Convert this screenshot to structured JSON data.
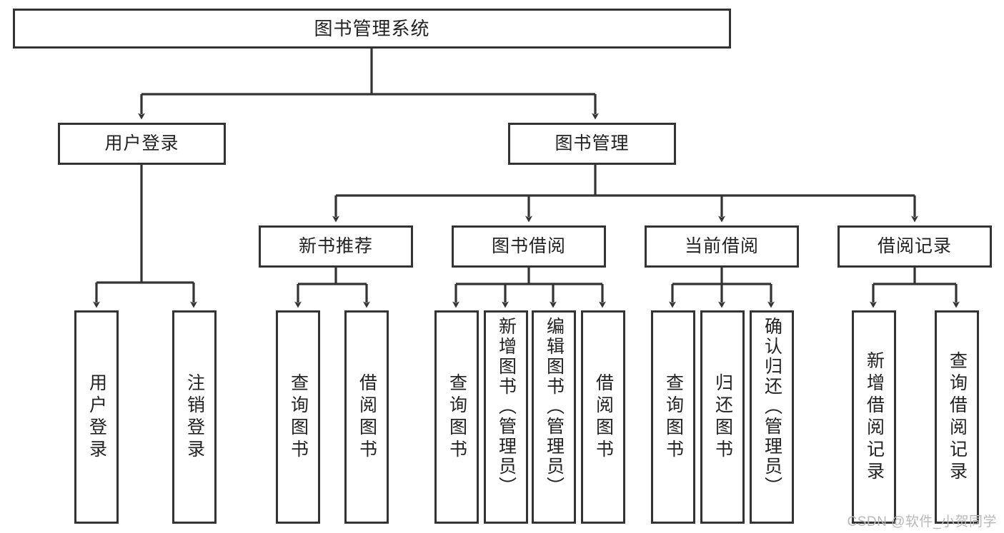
{
  "diagram": {
    "title": "图书管理系统",
    "watermark": "CSDN @软件_小贺同学",
    "colors": {
      "box_border": "#333333",
      "box_fill": "#ffffff",
      "edge": "#333333",
      "text": "#222222",
      "watermark": "#b9b9b9",
      "background": "#ffffff"
    },
    "levels": {
      "root": "图书管理系统",
      "level2": [
        "用户登录",
        "图书管理"
      ],
      "level3": [
        "新书推荐",
        "图书借阅",
        "当前借阅",
        "借阅记录"
      ]
    },
    "nodes": {
      "root": {
        "label": "图书管理系统"
      },
      "user_login": {
        "label": "用户登录"
      },
      "book_mgmt": {
        "label": "图书管理"
      },
      "new_book_rec": {
        "label": "新书推荐"
      },
      "book_borrow": {
        "label": "图书借阅"
      },
      "current_borrow": {
        "label": "当前借阅"
      },
      "borrow_record": {
        "label": "借阅记录"
      },
      "leaf_user_login": {
        "label": "用户登录"
      },
      "leaf_logout": {
        "label": "注销登录"
      },
      "leaf_query_book_1": {
        "label": "查询图书"
      },
      "leaf_borrow_book_1": {
        "label": "借阅图书"
      },
      "leaf_query_book_2": {
        "label": "查询图书"
      },
      "leaf_add_book": {
        "label": "新增图书（管理员）"
      },
      "leaf_edit_book": {
        "label": "编辑图书（管理员）"
      },
      "leaf_borrow_book_2": {
        "label": "借阅图书"
      },
      "leaf_query_book_3": {
        "label": "查询图书"
      },
      "leaf_return_book": {
        "label": "归还图书"
      },
      "leaf_confirm_return": {
        "label": "确认归还（管理员）"
      },
      "leaf_add_record": {
        "label": "新增借阅记录"
      },
      "leaf_query_record": {
        "label": "查询借阅记录"
      }
    },
    "edges": [
      {
        "from": "root",
        "to": "user_login"
      },
      {
        "from": "root",
        "to": "book_mgmt"
      },
      {
        "from": "user_login",
        "to": "leaf_user_login"
      },
      {
        "from": "user_login",
        "to": "leaf_logout"
      },
      {
        "from": "book_mgmt",
        "to": "new_book_rec"
      },
      {
        "from": "book_mgmt",
        "to": "book_borrow"
      },
      {
        "from": "book_mgmt",
        "to": "current_borrow"
      },
      {
        "from": "book_mgmt",
        "to": "borrow_record"
      },
      {
        "from": "new_book_rec",
        "to": "leaf_query_book_1"
      },
      {
        "from": "new_book_rec",
        "to": "leaf_borrow_book_1"
      },
      {
        "from": "book_borrow",
        "to": "leaf_query_book_2"
      },
      {
        "from": "book_borrow",
        "to": "leaf_add_book"
      },
      {
        "from": "book_borrow",
        "to": "leaf_edit_book"
      },
      {
        "from": "book_borrow",
        "to": "leaf_borrow_book_2"
      },
      {
        "from": "current_borrow",
        "to": "leaf_query_book_3"
      },
      {
        "from": "current_borrow",
        "to": "leaf_return_book"
      },
      {
        "from": "current_borrow",
        "to": "leaf_confirm_return"
      },
      {
        "from": "borrow_record",
        "to": "leaf_add_record"
      },
      {
        "from": "borrow_record",
        "to": "leaf_query_record"
      }
    ]
  }
}
